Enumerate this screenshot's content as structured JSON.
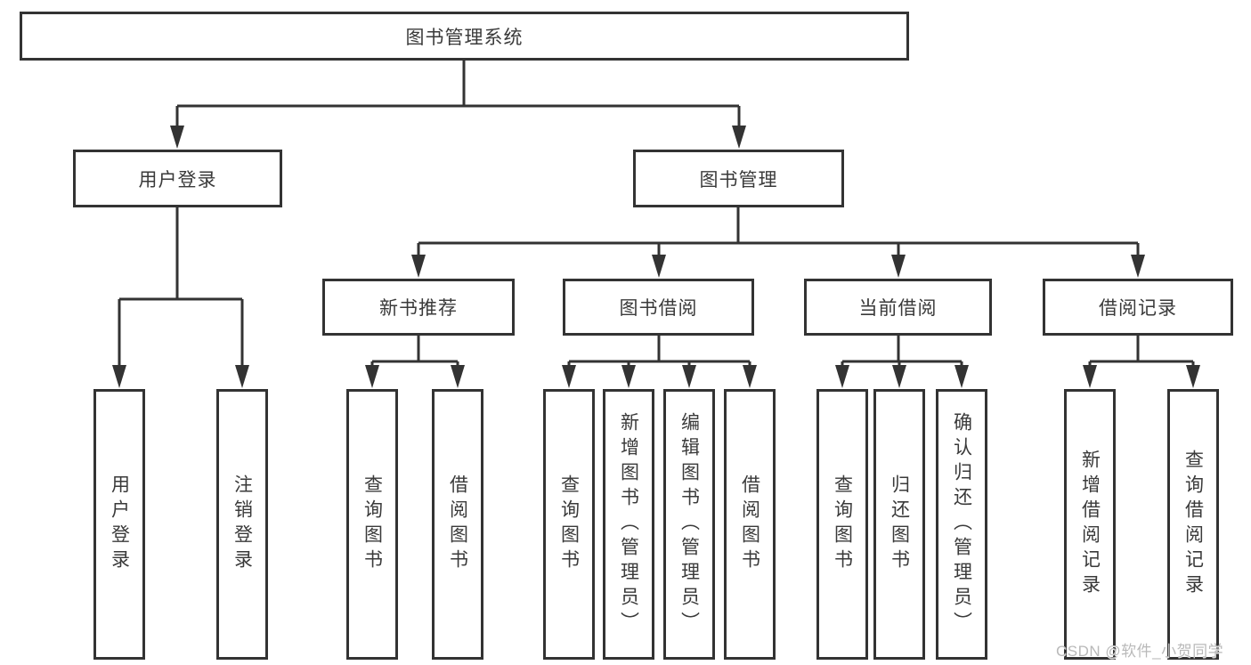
{
  "colors": {
    "line": "#333333",
    "box_border": "#333333",
    "box_fill": "#ffffff",
    "text": "#3a3a3a",
    "background": "#ffffff",
    "watermark": "#b9b9b9"
  },
  "tree": {
    "label": "图书管理系统",
    "children": [
      {
        "label": "用户登录",
        "children": [
          {
            "label": "用户登录"
          },
          {
            "label": "注销登录"
          }
        ]
      },
      {
        "label": "图书管理",
        "children": [
          {
            "label": "新书推荐",
            "children": [
              {
                "label": "查询图书"
              },
              {
                "label": "借阅图书"
              }
            ]
          },
          {
            "label": "图书借阅",
            "children": [
              {
                "label": "查询图书"
              },
              {
                "label": "新增图书（管理员）"
              },
              {
                "label": "编辑图书（管理员）"
              },
              {
                "label": "借阅图书"
              }
            ]
          },
          {
            "label": "当前借阅",
            "children": [
              {
                "label": "查询图书"
              },
              {
                "label": "归还图书"
              },
              {
                "label": "确认归还（管理员）"
              }
            ]
          },
          {
            "label": "借阅记录",
            "children": [
              {
                "label": "新增借阅记录"
              },
              {
                "label": "查询借阅记录"
              }
            ]
          }
        ]
      }
    ]
  },
  "watermark": {
    "text": "CSDN @软件_小贺同学"
  }
}
